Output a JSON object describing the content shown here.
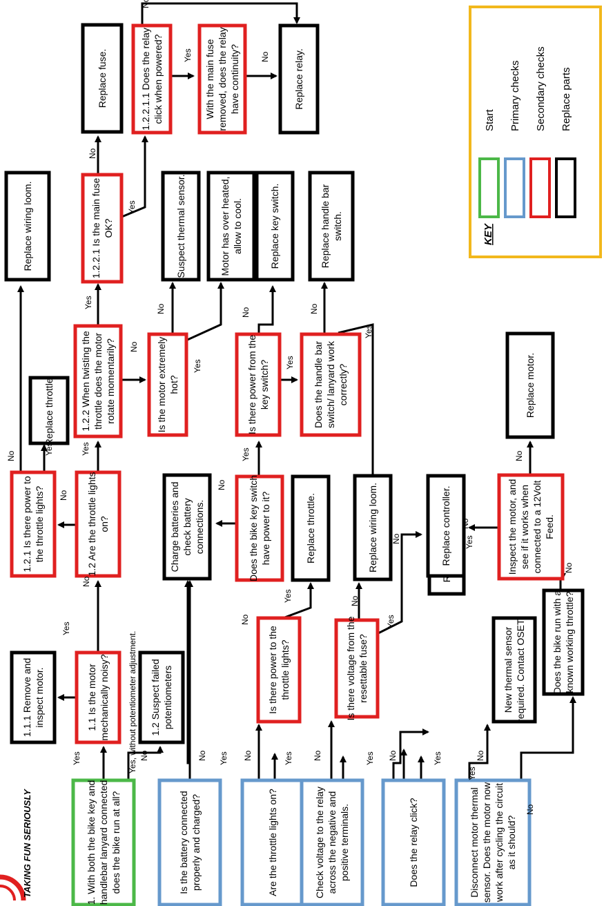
{
  "brand": {
    "tagline": "TAKING FUN SERIOUSLY"
  },
  "key": {
    "title": "KEY",
    "items": [
      {
        "label": "Start",
        "color": "#4cb848"
      },
      {
        "label": "Primary checks",
        "color": "#6699cc"
      },
      {
        "label": "Secondary checks",
        "color": "#e02020"
      },
      {
        "label": "Replace parts",
        "color": "#000000"
      }
    ]
  },
  "nodes": {
    "start": [
      "1. With both the bike key and",
      "handlebar lanyard connected",
      "does the bike run at all?"
    ],
    "battery": [
      "Is the battery connected",
      "properly and charged?"
    ],
    "throttle_on": [
      "Are the throttle lights on?"
    ],
    "check_voltage": [
      "Check voltage to the relay",
      "across the negative and",
      "positive terminals."
    ],
    "relay_click": [
      "Does the relay click?"
    ],
    "disconnect_thermal": [
      "Disconnect motor thermal",
      "sensor. Does the motor now",
      "work after cycling the circuit",
      "as it should?"
    ],
    "motor_noisy": [
      "1.1 Is the motor",
      "mechanically noisy?"
    ],
    "remove_motor": [
      "1.1.1 Remove and",
      "inspect motor."
    ],
    "suspect_pot": [
      "1.2 Suspect failed",
      "potentiometers"
    ],
    "throttle_lights_12": [
      "1.2 Are the throttle lights",
      "on?"
    ],
    "power_throttle_121": [
      "1.2.1 Is there power to",
      "the throttle lights?"
    ],
    "replace_throttle_a": [
      "Replace throttle."
    ],
    "replace_loom_a": [
      "Replace wiring loom."
    ],
    "twist_throttle": [
      "1.2.2 When twisting the",
      "throttle does the motor",
      "rotate momentarily?"
    ],
    "fuse_ok": [
      "1.2.2.1 Is the main fuse",
      "OK?"
    ],
    "replace_fuse": [
      "Replace fuse."
    ],
    "relay_click_1221": [
      "1.2.2.1.1 Does the relay",
      "click when powered?"
    ],
    "continuity": [
      "With the main fuse",
      "removed, does the relay",
      "have continuity?"
    ],
    "replace_relay_a": [
      "Replace relay."
    ],
    "motor_hot": [
      "Is the motor extremely",
      "hot?"
    ],
    "suspect_thermal": [
      "Suspect thermal sensor."
    ],
    "over_heated": [
      "Motor has over heated,",
      "allow to cool."
    ],
    "charge_batt": [
      "Charge batteries and",
      "check battery",
      "connections."
    ],
    "key_switch_power": [
      "Does the bike key switch",
      "have power to it?"
    ],
    "power_from_key": [
      "Is there power from the",
      "key switch?"
    ],
    "replace_key": [
      "Replace key switch."
    ],
    "handlebar_switch": [
      "Does the handle bar",
      "switch/ lanyard work",
      "correctly?"
    ],
    "replace_handlebar": [
      "Replace handle bar",
      "switch."
    ],
    "power_throttle_b": [
      "Is there power to the",
      "throttle lights?"
    ],
    "replace_throttle_b": [
      "Replace throttle."
    ],
    "resettable_fuse": [
      "Is there voltage from the",
      "resettable fuse?"
    ],
    "replace_loom_b": [
      "Replace wiring loom."
    ],
    "replace_relay_b": [
      "Replace the relay."
    ],
    "replace_controller": [
      "Replace controller."
    ],
    "new_thermal": [
      "New thermal sensor",
      "required. Contact OSET."
    ],
    "inspect_motor": [
      "Inspect the motor, and",
      "see if it works when",
      "connected to a 12Volt",
      "Feed."
    ],
    "replace_motor": [
      "Replace motor."
    ],
    "known_throttle": [
      "Does the bike run with a",
      "known working throttle?"
    ]
  },
  "edge_labels": {
    "yes": "Yes",
    "no": "No",
    "yes_no_pot": "Yes, without potentiometer adjustment."
  }
}
